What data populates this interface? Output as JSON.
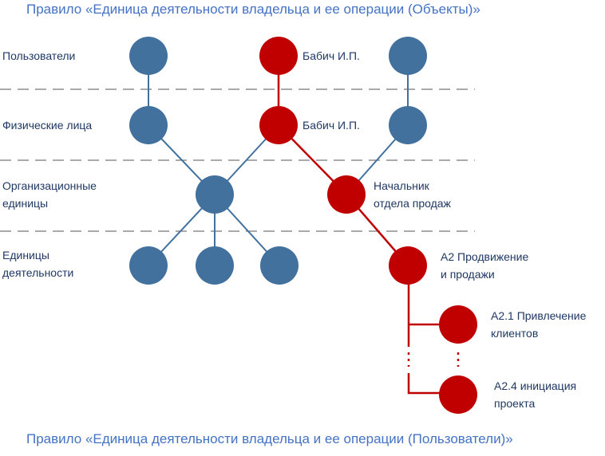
{
  "title_top": "Правило «Единица деятельности владельца и ее операции (Объекты)»",
  "title_bottom": "Правило «Единица деятельности владельца и ее операции (Пользователи)»",
  "rows": {
    "users": "Пользователи",
    "persons": "Физические лица",
    "org_units_1": "Организационные",
    "org_units_2": "единицы",
    "units_1": "Единицы",
    "units_2": "деятельности"
  },
  "nodes": {
    "user_red": "Бабич И.П.",
    "person_red": "Бабич И.П.",
    "org_red_1": "Начальник",
    "org_red_2": "отдела продаж",
    "unit_red_1": "А2 Продвижение",
    "unit_red_2": "и продажи",
    "op1_1": "А2.1 Привлечение",
    "op1_2": "клиентов",
    "op4_1": "А2.4 инициация",
    "op4_2": "проекта"
  },
  "colors": {
    "blue": "#41719c",
    "red": "#c00000",
    "title": "#4472c4"
  }
}
